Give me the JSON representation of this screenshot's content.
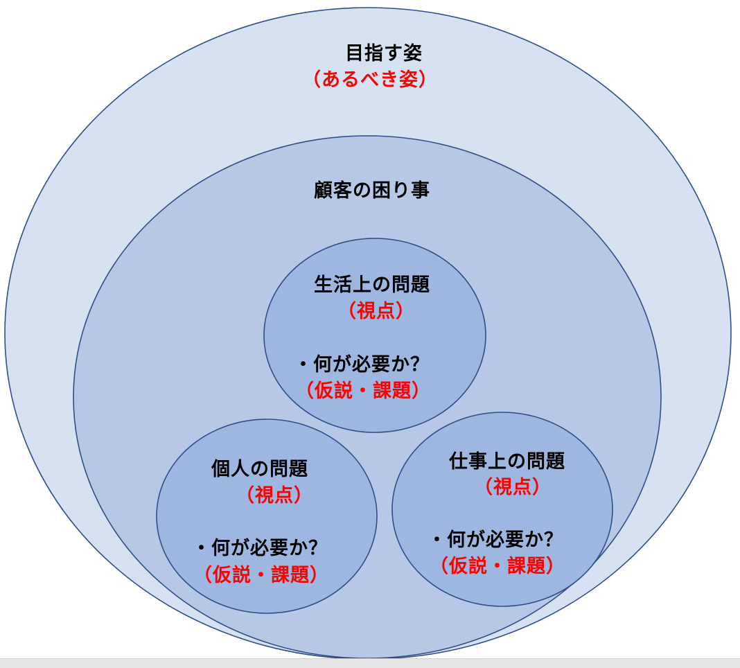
{
  "colors": {
    "outer_fill": "#d6e1f1",
    "middle_fill": "#b7c8e6",
    "inner_fill": "#9eb7e0",
    "stroke": "#2f4f86",
    "black_text": "#000000",
    "red_text": "#ff0000"
  },
  "outer": {
    "title": "目指す姿",
    "subtitle": "（あるべき姿）"
  },
  "middle": {
    "title": "顧客の困り事"
  },
  "circles": [
    {
      "title": "生活上の問題",
      "viewpoint": "（視点）",
      "question": "・何が必要か？",
      "hypothesis": "（仮説・課題）"
    },
    {
      "title": "個人の問題",
      "viewpoint": "（視点）",
      "question": "・何が必要か？",
      "hypothesis": "（仮説・課題）"
    },
    {
      "title": "仕事上の問題",
      "viewpoint": "（視点）",
      "question": "・何が必要か？",
      "hypothesis": "（仮説・課題）"
    }
  ]
}
